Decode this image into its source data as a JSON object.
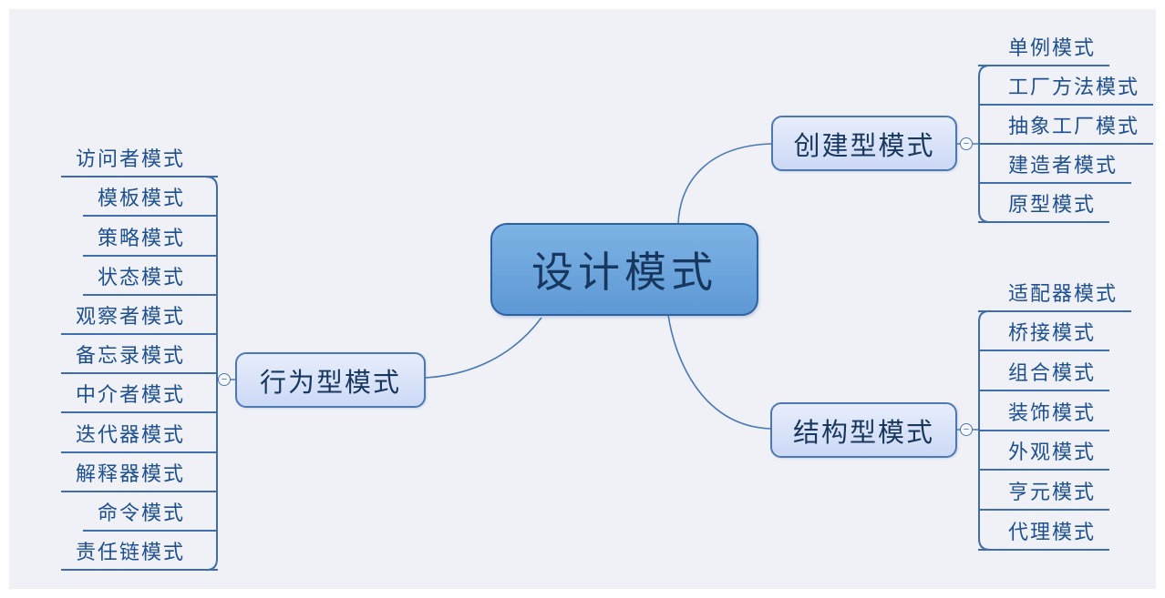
{
  "root": {
    "label": "设计模式"
  },
  "branches": [
    {
      "label": "创建型模式",
      "children": [
        "单例模式",
        "工厂方法模式",
        "抽象工厂模式",
        "建造者模式",
        "原型模式"
      ]
    },
    {
      "label": "结构型模式",
      "children": [
        "适配器模式",
        "桥接模式",
        "组合模式",
        "装饰模式",
        "外观模式",
        "亨元模式",
        "代理模式"
      ]
    },
    {
      "label": "行为型模式",
      "children": [
        "访问者模式",
        "模板模式",
        "策略模式",
        "状态模式",
        "观察者模式",
        "备忘录模式",
        "中介者模式",
        "迭代器模式",
        "解释器模式",
        "命令模式",
        "责任链模式"
      ]
    }
  ],
  "toggles": {
    "symbol": "−"
  },
  "colors": {
    "canvas_bg": "#f0f1f7",
    "root_fill": "#6aa1dc",
    "root_border": "#2e62a6",
    "branch_fill": "#d6e0f7",
    "branch_border": "#4c79b5",
    "connector_line": "#4a79b5",
    "leaf_line": "#3f6cab",
    "text": "#17375e",
    "leaf_text": "#1d4f91"
  }
}
